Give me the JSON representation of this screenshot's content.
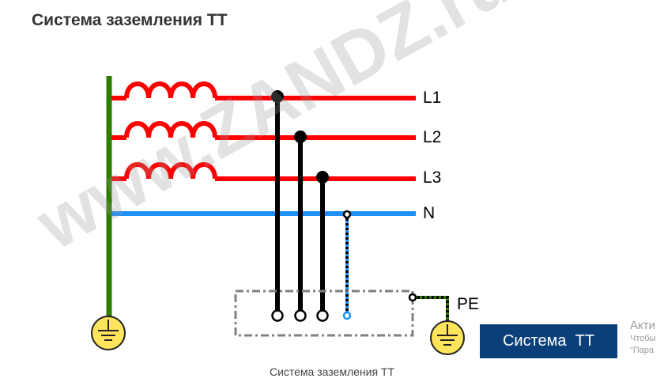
{
  "title": "Система заземления ТТ",
  "diagram": {
    "lines": [
      {
        "label": "L1",
        "color": "#ff0000"
      },
      {
        "label": "L2",
        "color": "#ff0000"
      },
      {
        "label": "L3",
        "color": "#ff0000"
      },
      {
        "label": "N",
        "color": "#1e90ff"
      }
    ],
    "pe_label": "PE",
    "earth_color": "#2e7d00",
    "ground_symbol_color": "#ffe45c"
  },
  "caption": "Система заземления ТТ",
  "banner": {
    "text": "Система  ТТ",
    "color": "#0b3f7a"
  },
  "activation": {
    "title": "Акти",
    "line1": "Чтобы",
    "line2": "\"Пара"
  },
  "watermark": "www.ZANDZ.ru"
}
